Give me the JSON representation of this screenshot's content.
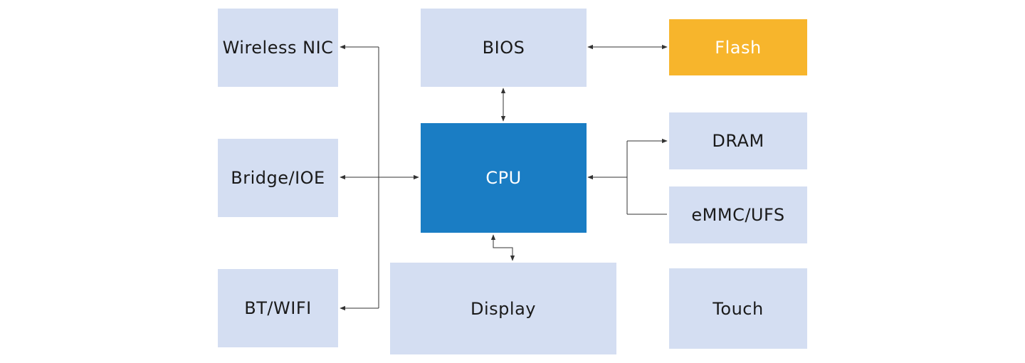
{
  "colors": {
    "block_fill": "#d4def2",
    "cpu_fill": "#1a7dc4",
    "flash_fill": "#f7b52c",
    "dark_text": "#1a1a1a",
    "light_text": "#ffffff",
    "line": "#333333"
  },
  "blocks": {
    "wireless_nic": "Wireless NIC",
    "bridge_ioe": "Bridge/IOE",
    "bt_wifi": "BT/WIFI",
    "bios": "BIOS",
    "cpu": "CPU",
    "display": "Display",
    "flash": "Flash",
    "dram": "DRAM",
    "emmc_ufs": "eMMC/UFS",
    "touch": "Touch"
  }
}
